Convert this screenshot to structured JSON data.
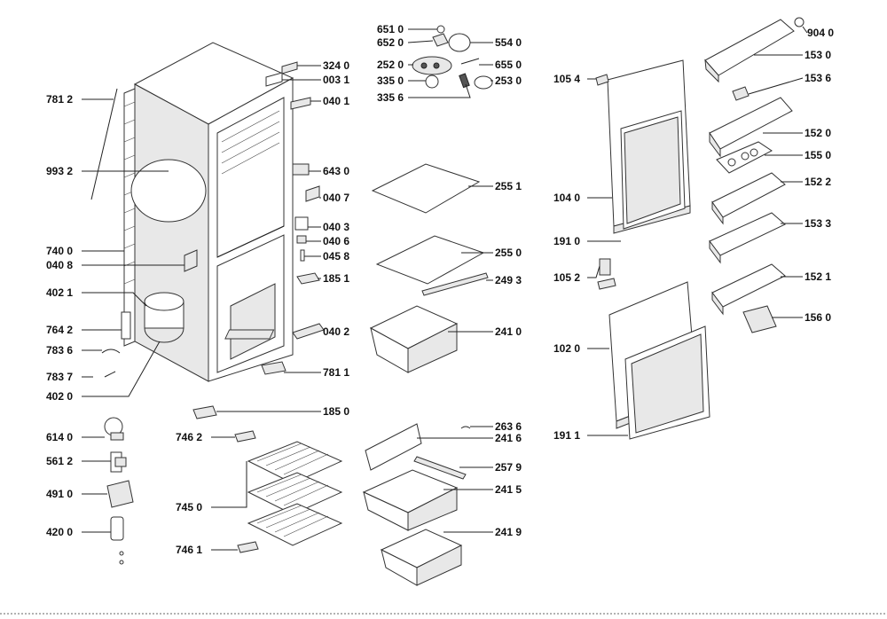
{
  "diagram": {
    "labels": [
      {
        "id": "651-0",
        "text": "651 0"
      },
      {
        "id": "652-0",
        "text": "652 0"
      },
      {
        "id": "554-0",
        "text": "554 0"
      },
      {
        "id": "252-0",
        "text": "252 0"
      },
      {
        "id": "655-0",
        "text": "655 0"
      },
      {
        "id": "335-0",
        "text": "335 0"
      },
      {
        "id": "253-0",
        "text": "253 0"
      },
      {
        "id": "335-6",
        "text": "335 6"
      },
      {
        "id": "324-0",
        "text": "324 0"
      },
      {
        "id": "003-1",
        "text": "003 1"
      },
      {
        "id": "040-1",
        "text": "040 1"
      },
      {
        "id": "781-2",
        "text": "781 2"
      },
      {
        "id": "993-2",
        "text": "993 2"
      },
      {
        "id": "643-0",
        "text": "643 0"
      },
      {
        "id": "040-7",
        "text": "040 7"
      },
      {
        "id": "040-3",
        "text": "040 3"
      },
      {
        "id": "040-6",
        "text": "040 6"
      },
      {
        "id": "045-8",
        "text": "045 8"
      },
      {
        "id": "185-1",
        "text": "185 1"
      },
      {
        "id": "740-0",
        "text": "740 0"
      },
      {
        "id": "040-8",
        "text": "040 8"
      },
      {
        "id": "402-1",
        "text": "402 1"
      },
      {
        "id": "764-2",
        "text": "764 2"
      },
      {
        "id": "783-6",
        "text": "783 6"
      },
      {
        "id": "783-7",
        "text": "783 7"
      },
      {
        "id": "402-0",
        "text": "402 0"
      },
      {
        "id": "040-2",
        "text": "040 2"
      },
      {
        "id": "781-1",
        "text": "781 1"
      },
      {
        "id": "185-0",
        "text": "185 0"
      },
      {
        "id": "255-1",
        "text": "255 1"
      },
      {
        "id": "255-0",
        "text": "255 0"
      },
      {
        "id": "249-3",
        "text": "249 3"
      },
      {
        "id": "241-0",
        "text": "241 0"
      },
      {
        "id": "263-6",
        "text": "263 6"
      },
      {
        "id": "241-6",
        "text": "241 6"
      },
      {
        "id": "257-9",
        "text": "257 9"
      },
      {
        "id": "241-5",
        "text": "241 5"
      },
      {
        "id": "241-9",
        "text": "241 9"
      },
      {
        "id": "614-0",
        "text": "614 0"
      },
      {
        "id": "561-2",
        "text": "561 2"
      },
      {
        "id": "491-0",
        "text": "491 0"
      },
      {
        "id": "420-0",
        "text": "420 0"
      },
      {
        "id": "746-2",
        "text": "746 2"
      },
      {
        "id": "745-0",
        "text": "745 0"
      },
      {
        "id": "746-1",
        "text": "746 1"
      },
      {
        "id": "105-4",
        "text": "105 4"
      },
      {
        "id": "104-0",
        "text": "104 0"
      },
      {
        "id": "191-0",
        "text": "191 0"
      },
      {
        "id": "105-2",
        "text": "105 2"
      },
      {
        "id": "102-0",
        "text": "102 0"
      },
      {
        "id": "191-1",
        "text": "191 1"
      },
      {
        "id": "904-0",
        "text": "904 0"
      },
      {
        "id": "153-0",
        "text": "153 0"
      },
      {
        "id": "153-6",
        "text": "153 6"
      },
      {
        "id": "152-0",
        "text": "152 0"
      },
      {
        "id": "155-0",
        "text": "155 0"
      },
      {
        "id": "152-2",
        "text": "152 2"
      },
      {
        "id": "153-3",
        "text": "153 3"
      },
      {
        "id": "152-1",
        "text": "152 1"
      },
      {
        "id": "156-0",
        "text": "156 0"
      }
    ]
  }
}
